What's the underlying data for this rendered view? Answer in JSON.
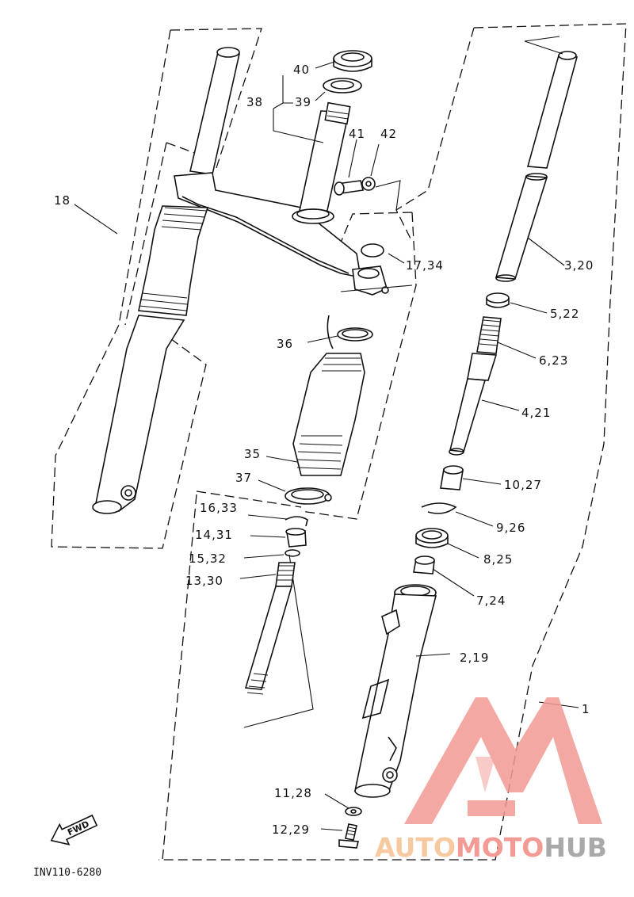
{
  "diagram": {
    "code": "INV110-6280",
    "fwd_label": "FWD",
    "watermark": {
      "part1": "AUTO",
      "part2": "MOTO",
      "part3": "HUB",
      "color_main": "#f29a93",
      "color_accent": "#f7c9a0",
      "color_grey": "#a9a9a9"
    },
    "labels": {
      "p40": "40",
      "p39": "39",
      "p38": "38",
      "p41": "41",
      "p42": "42",
      "p18": "18",
      "p17_34": "17,34",
      "p3_20": "3,20",
      "p5_22": "5,22",
      "p36": "36",
      "p6_23": "6,23",
      "p4_21": "4,21",
      "p35": "35",
      "p37": "37",
      "p10_27": "10,27",
      "p16_33": "16,33",
      "p9_26": "9,26",
      "p14_31": "14,31",
      "p15_32": "15,32",
      "p8_25": "8,25",
      "p13_30": "13,30",
      "p7_24": "7,24",
      "p2_19": "2,19",
      "p1": "1",
      "p11_28": "11,28",
      "p12_29": "12,29"
    }
  }
}
